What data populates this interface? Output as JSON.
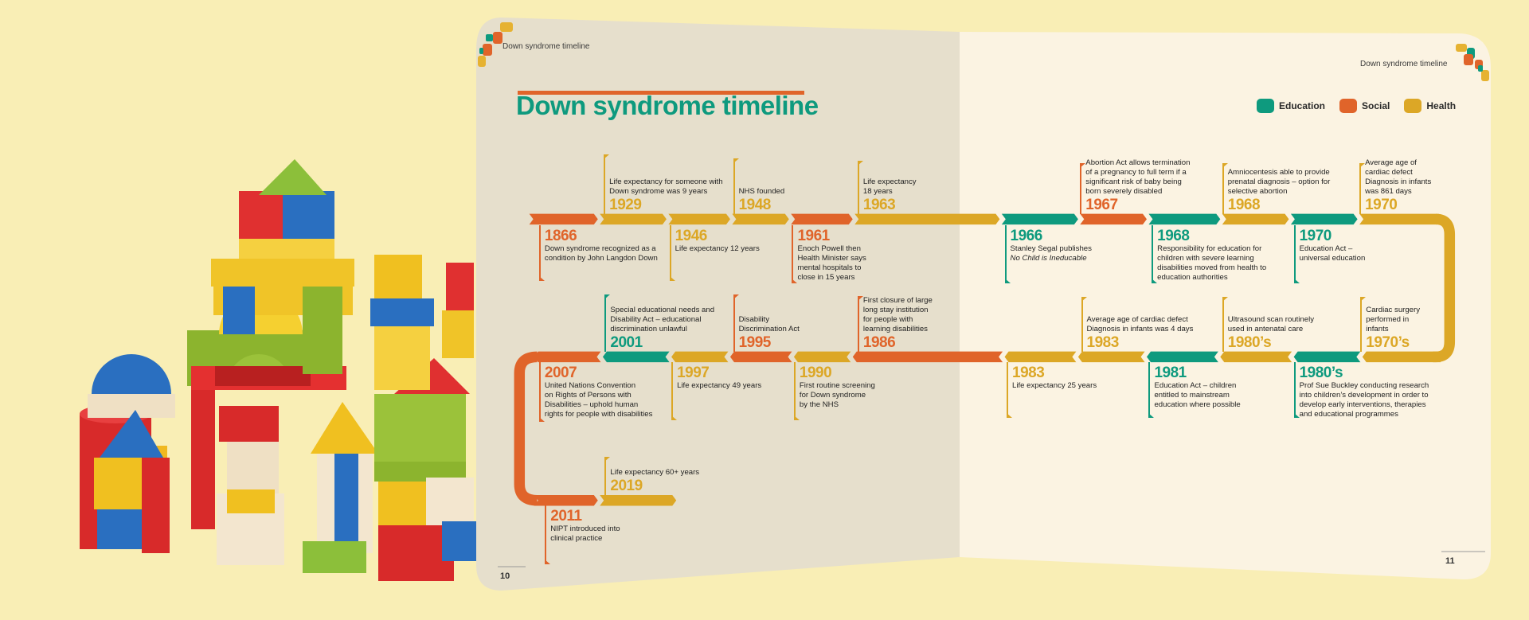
{
  "left_page": {
    "running_header": "Down syndrome timeline",
    "title": "Down syndrome timeline",
    "page_number": "10"
  },
  "right_page": {
    "running_header": "Down syndrome timeline",
    "page_number": "11"
  },
  "legend": [
    {
      "label": "Education",
      "color": "#0e9a7e"
    },
    {
      "label": "Social",
      "color": "#e0642a"
    },
    {
      "label": "Health",
      "color": "#dca726"
    }
  ],
  "colors": {
    "education": "#0e9a7e",
    "social": "#e0642a",
    "health": "#dca726",
    "background": "#f9eeb5"
  },
  "events": [
    {
      "year": "1866",
      "category": "social",
      "text": "Down syndrome recognized as a\ncondition by John Langdon Down"
    },
    {
      "year": "1929",
      "category": "health",
      "text": "Life expectancy for someone with\nDown syndrome was 9 years"
    },
    {
      "year": "1946",
      "category": "health",
      "text": "Life expectancy 12 years"
    },
    {
      "year": "1948",
      "category": "health",
      "text": "NHS founded"
    },
    {
      "year": "1961",
      "category": "social",
      "text": "Enoch Powell then\nHealth Minister says\nmental hospitals to\nclose in 15 years"
    },
    {
      "year": "1963",
      "category": "health",
      "text": "Life expectancy\n18 years"
    },
    {
      "year": "1966",
      "category": "education",
      "text": "Stanley Segal publishes",
      "italic": "No Child is Ineducable"
    },
    {
      "year": "1967",
      "category": "social",
      "text": "Abortion Act allows termination\nof a pregnancy to full term if a\nsignificant risk of baby being\nborn severely disabled"
    },
    {
      "year": "1968",
      "category": "education",
      "text": "Responsibility for education for\nchildren with severe learning\ndisabilities moved from health to\neducation authorities"
    },
    {
      "year": "1968",
      "category": "health",
      "text": "Amniocentesis able to provide\nprenatal diagnosis – option for\nselective abortion"
    },
    {
      "year": "1970",
      "category": "education",
      "text": "Education Act –\nuniversal education"
    },
    {
      "year": "1970",
      "category": "health",
      "text": "Average age of\ncardiac defect\nDiagnosis in infants\nwas 861 days"
    },
    {
      "year": "1970’s",
      "category": "health",
      "text": "Cardiac surgery\nperformed in\ninfants"
    },
    {
      "year": "1980’s",
      "category": "education",
      "text": "Prof Sue Buckley conducting research\ninto children’s development in order to\ndevelop early interventions, therapies\nand educational programmes"
    },
    {
      "year": "1980’s",
      "category": "health",
      "text": "Ultrasound scan routinely\nused in antenatal care"
    },
    {
      "year": "1981",
      "category": "education",
      "text": "Education Act – children\nentitled to mainstream\neducation where possible"
    },
    {
      "year": "1983",
      "category": "health",
      "text": "Average age of cardiac defect\nDiagnosis in infants was 4 days"
    },
    {
      "year": "1983",
      "category": "health",
      "text": "Life expectancy 25 years"
    },
    {
      "year": "1986",
      "category": "social",
      "text": "First closure of large\nlong stay institution\nfor people with\nlearning disabilities"
    },
    {
      "year": "1990",
      "category": "health",
      "text": "First routine screening\nfor Down syndrome\nby the NHS"
    },
    {
      "year": "1995",
      "category": "social",
      "text": "Disability\nDiscrimination Act"
    },
    {
      "year": "1997",
      "category": "health",
      "text": "Life expectancy 49 years"
    },
    {
      "year": "2001",
      "category": "education",
      "text": "Special educational needs and\nDisability Act – educational\ndiscrimination unlawful"
    },
    {
      "year": "2007",
      "category": "social",
      "text": "United Nations Convention\non Rights of Persons with\nDisabilities – uphold human\nrights for people with disabilities"
    },
    {
      "year": "2011",
      "category": "social",
      "text": "NIPT introduced into\nclinical practice"
    },
    {
      "year": "2019",
      "category": "health",
      "text": "Life expectancy 60+ years"
    }
  ]
}
